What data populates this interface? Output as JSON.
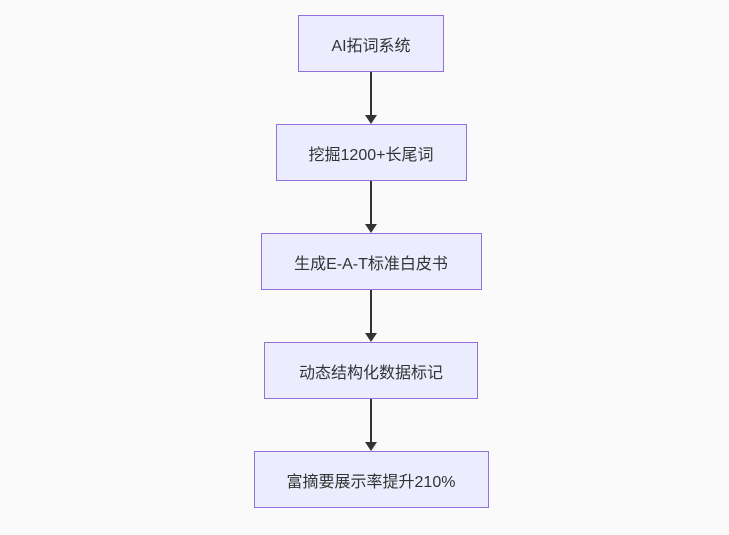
{
  "flowchart": {
    "type": "flowchart-vertical",
    "direction": "top-down",
    "colors": {
      "background": "#fafafa",
      "node_fill": "#ECECFF",
      "node_border": "#9370DB",
      "text": "#333333",
      "arrow": "#333333"
    },
    "nodes": [
      {
        "id": "n1",
        "label": "AI拓词系统"
      },
      {
        "id": "n2",
        "label": "挖掘1200+长尾词"
      },
      {
        "id": "n3",
        "label": "生成E-A-T标准白皮书"
      },
      {
        "id": "n4",
        "label": "动态结构化数据标记"
      },
      {
        "id": "n5",
        "label": "富摘要展示率提升210%"
      }
    ],
    "edges": [
      {
        "from": "n1",
        "to": "n2",
        "label": ""
      },
      {
        "from": "n2",
        "to": "n3",
        "label": ""
      },
      {
        "from": "n3",
        "to": "n4",
        "label": ""
      },
      {
        "from": "n4",
        "to": "n5",
        "label": ""
      }
    ]
  }
}
